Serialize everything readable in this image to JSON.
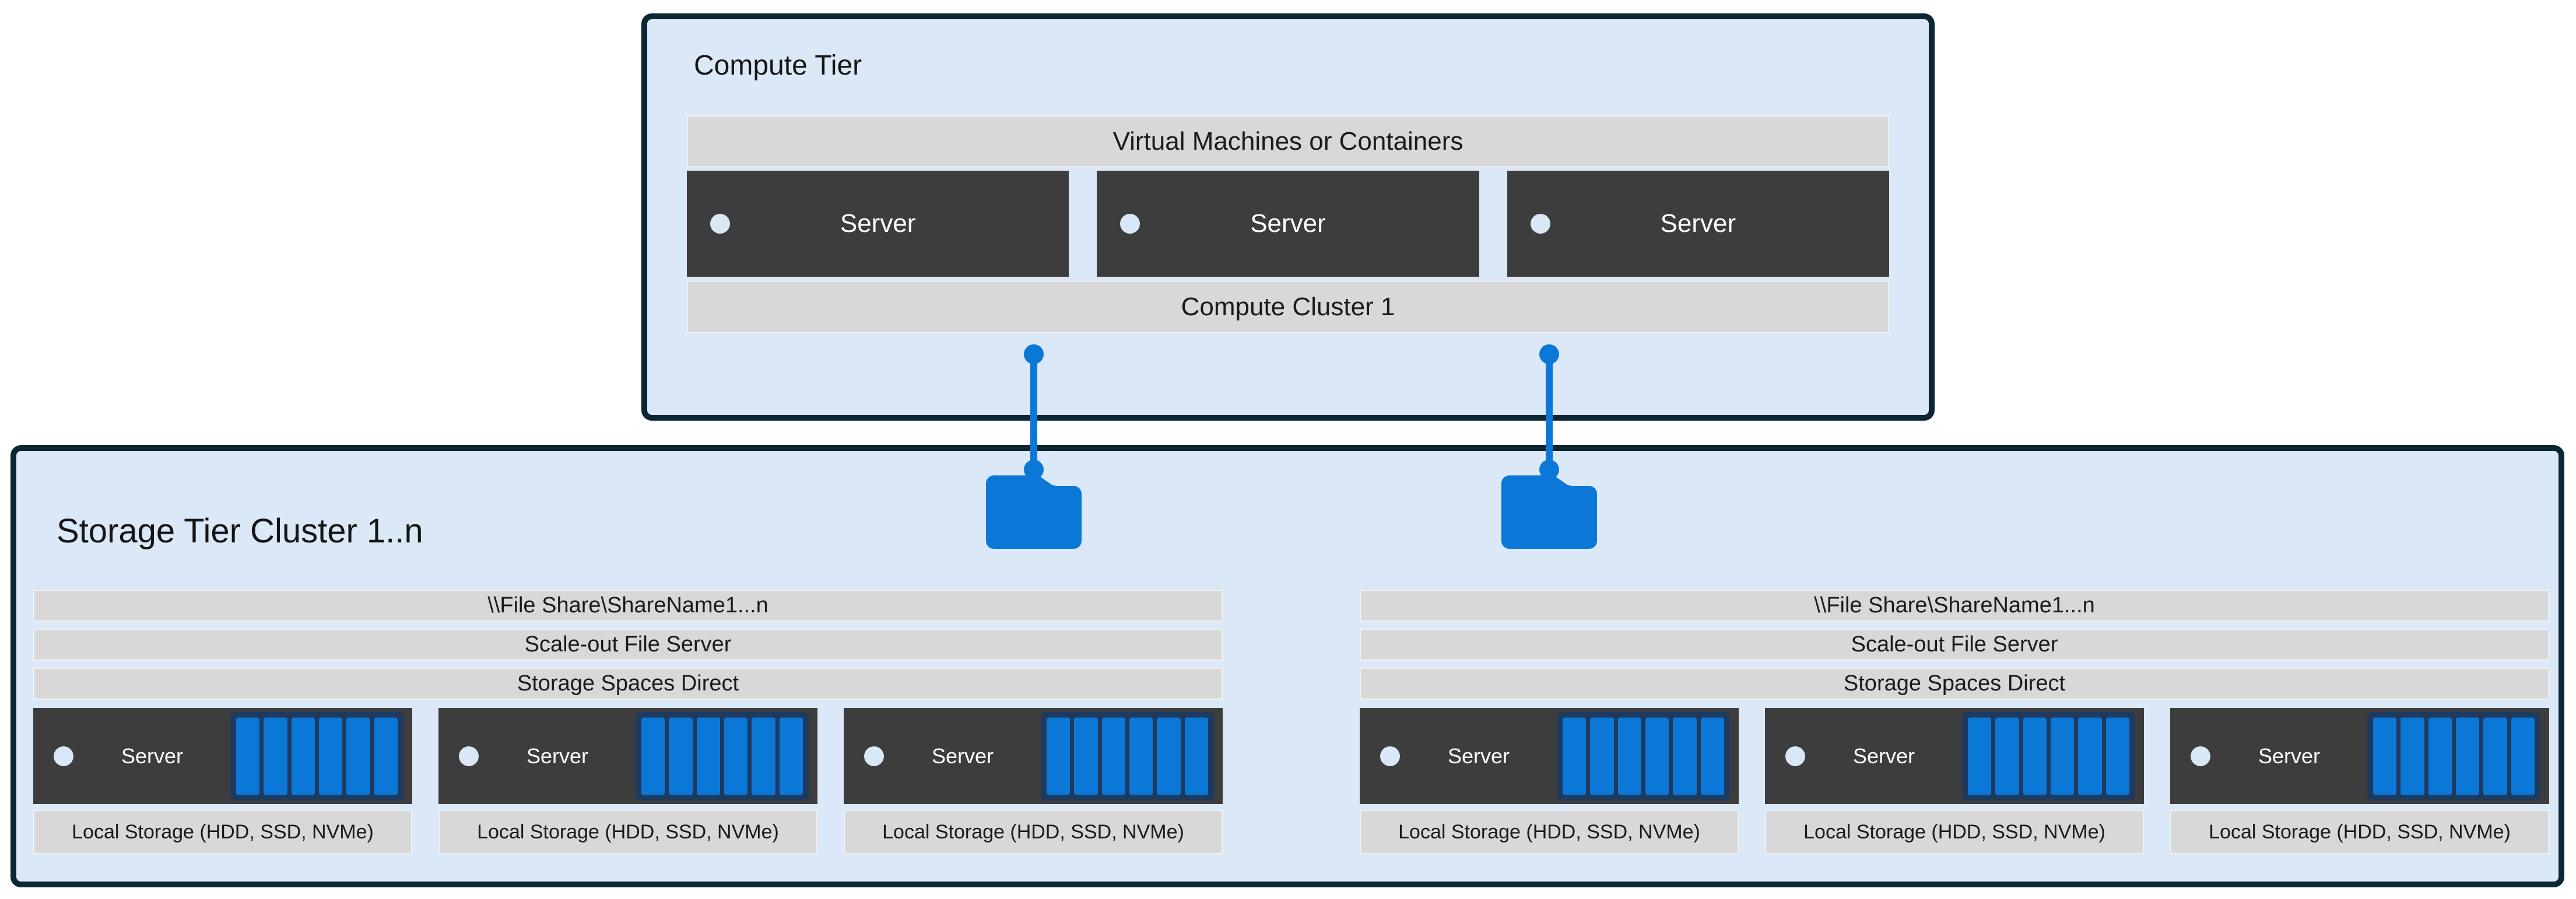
{
  "compute_tier": {
    "title": "Compute Tier",
    "vm_bar": "Virtual Machines or Containers",
    "servers": [
      "Server",
      "Server",
      "Server"
    ],
    "cluster_bar": "Compute Cluster 1"
  },
  "storage_tier": {
    "title": "Storage Tier Cluster 1..n",
    "groups": [
      {
        "file_share_bar": "\\\\File Share\\ShareName1...n",
        "sofs_bar": "Scale-out File Server",
        "s2d_bar": "Storage Spaces Direct",
        "servers": [
          "Server",
          "Server",
          "Server"
        ],
        "local_storage_bars": [
          "Local Storage (HDD, SSD, NVMe)",
          "Local Storage (HDD, SSD, NVMe)",
          "Local Storage (HDD, SSD, NVMe)"
        ]
      },
      {
        "file_share_bar": "\\\\File Share\\ShareName1...n",
        "sofs_bar": "Scale-out File Server",
        "s2d_bar": "Storage Spaces Direct",
        "servers": [
          "Server",
          "Server",
          "Server"
        ],
        "local_storage_bars": [
          "Local Storage (HDD, SSD, NVMe)",
          "Local Storage (HDD, SSD, NVMe)",
          "Local Storage (HDD, SSD, NVMe)"
        ]
      }
    ]
  },
  "icons": {
    "server_indicator": "status-dot-icon",
    "file_share": "folder-icon",
    "local_disks": "disk-array-icon",
    "link": "connector-line"
  },
  "colors": {
    "tier_fill": "#dae8f7",
    "tier_border": "#0c2634",
    "bar_gray": "#d8d8d8",
    "server_dark": "#3d3d3d",
    "accent_blue": "#0b78d7",
    "disk_frame_navy": "#1e3a5f",
    "dot_light": "#d9e7f6",
    "background": "#ffffff"
  }
}
